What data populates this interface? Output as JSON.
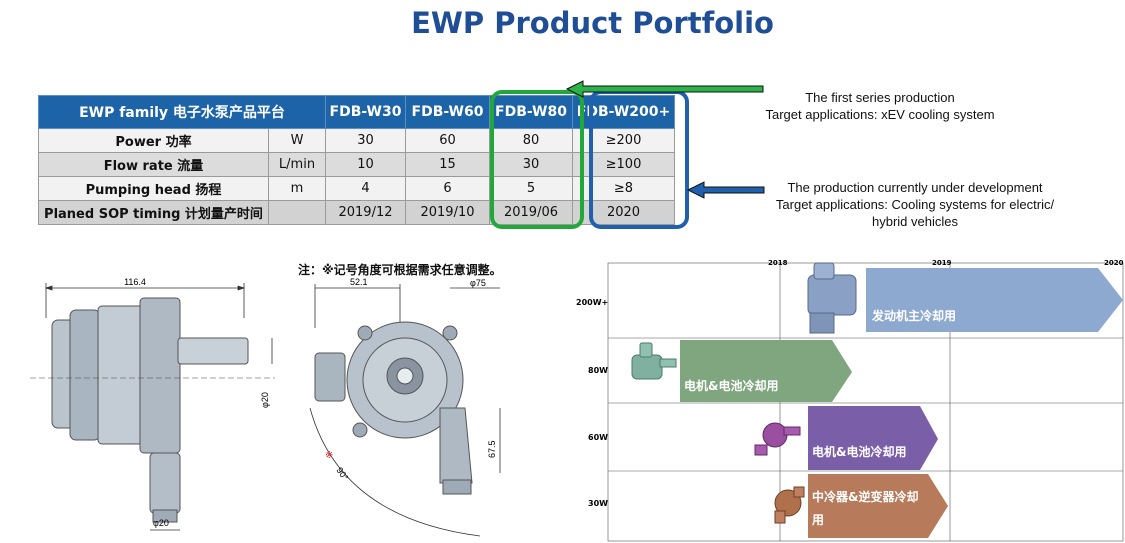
{
  "title": "EWP Product Portfolio",
  "table": {
    "header": [
      "EWP  family 电子水泵产品平台",
      "FDB-W30",
      "FDB-W60",
      "FDB-W80",
      "FDB-W200+"
    ],
    "rows": [
      {
        "label": "Power 功率",
        "unit": "W",
        "values": [
          "30",
          "60",
          "80",
          "≥200"
        ]
      },
      {
        "label": "Flow rate 流量",
        "unit": "L/min",
        "values": [
          "10",
          "15",
          "30",
          "≥100"
        ]
      },
      {
        "label": "Pumping head 扬程",
        "unit": "m",
        "values": [
          "4",
          "6",
          "5",
          "≥8"
        ]
      },
      {
        "label": "Planed SOP timing  计划量产时间",
        "unit": "",
        "values": [
          "2019/12",
          "2019/10",
          "2019/06",
          "2020"
        ]
      }
    ]
  },
  "notes": {
    "first_line1": "The first series production",
    "first_line2": "Target applications: xEV cooling system",
    "dev_line1": "The production currently under development",
    "dev_line2": "Target applications: Cooling systems for electric/",
    "dev_line3": "hybrid vehicles"
  },
  "drawing": {
    "note": "注：※记号角度可根据需求任意调整。",
    "dim_width": "116.4",
    "dim_d20_side": "φ20",
    "dim_d20_bottom": "φ20",
    "dim_52": "52.1",
    "dim_d75": "φ75",
    "dim_675": "67.5",
    "dim_angle": "90°"
  },
  "roadmap": {
    "years": [
      "2018",
      "2019",
      "2020"
    ],
    "rows": [
      {
        "label": "200W+",
        "bar": "发动机主冷却用",
        "color": "#8ea9cf"
      },
      {
        "label": "80W",
        "bar": "电机&电池冷却用",
        "color": "#7fa67e"
      },
      {
        "label": "60W",
        "bar": "电机&电池冷却用",
        "color": "#7b5ea8"
      },
      {
        "label": "30W",
        "bar_line1": "中冷器&逆变器冷却",
        "bar_line2": "用",
        "color": "#b77a5b"
      }
    ]
  },
  "colors": {
    "title": "#1f4e96",
    "table_header": "#1d63a8",
    "green_highlight": "#22a83a",
    "blue_highlight": "#2160ad"
  }
}
